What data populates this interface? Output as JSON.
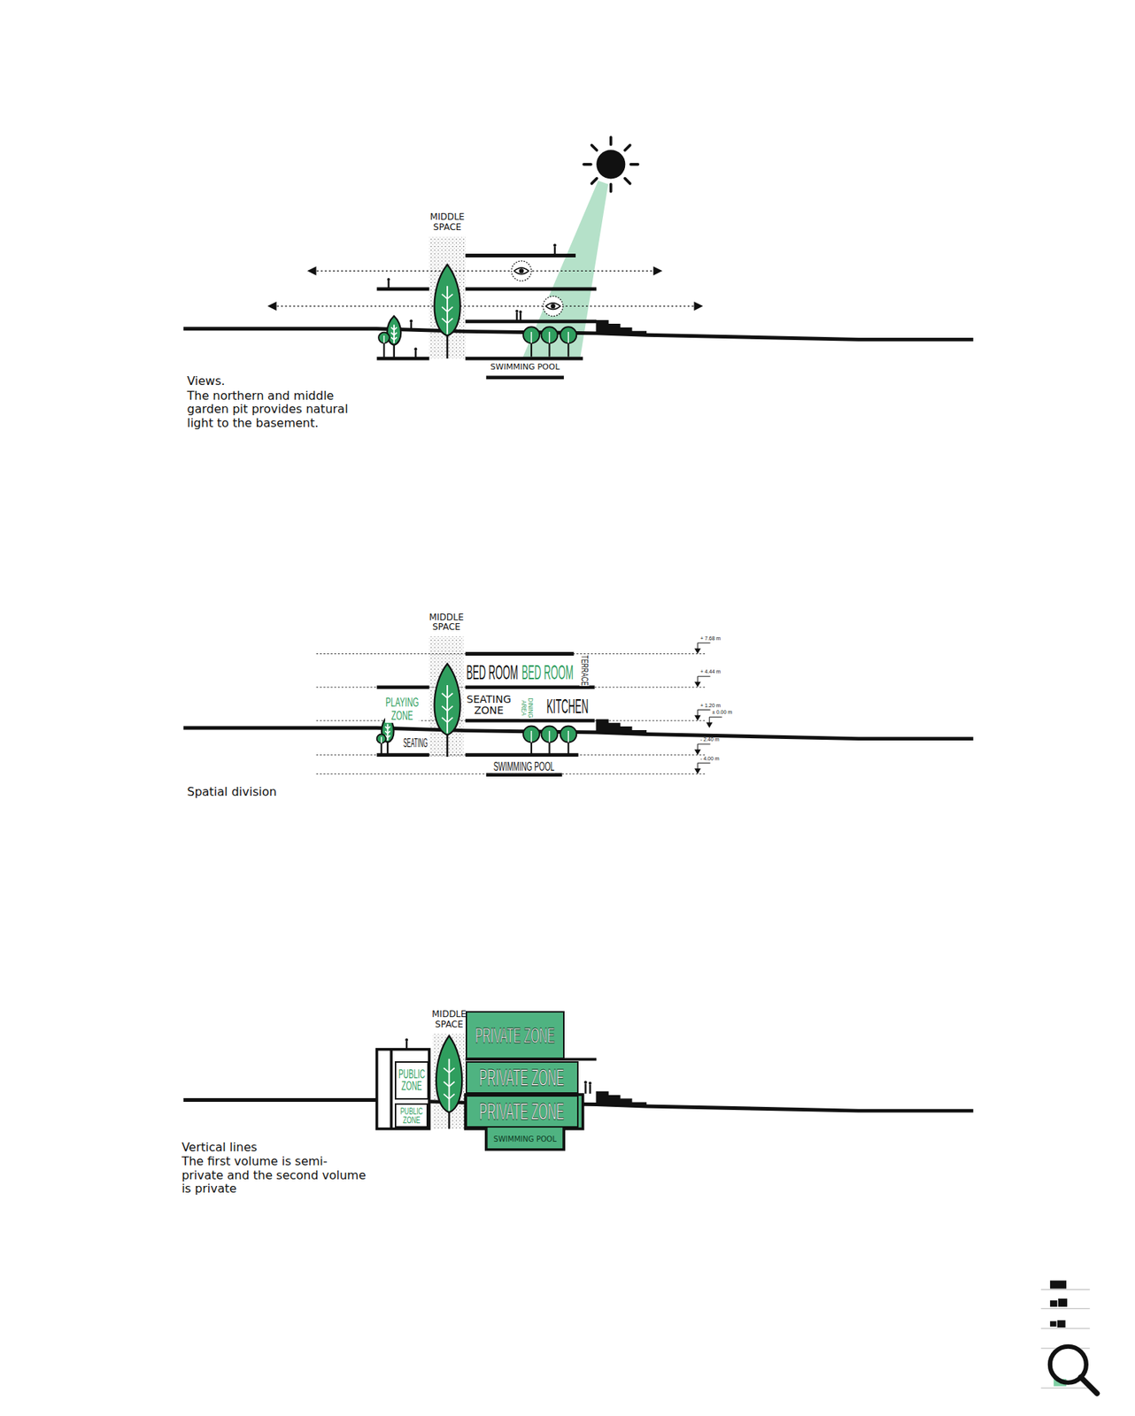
{
  "diagram": {
    "nodes": [
      {
        "text": [
          "MIDDLE SPACE"
        ]
      },
      {
        "text": [
          "MIDDLE SPACE"
        ]
      },
      {
        "text": [
          "PUBLIC ZONE"
        ]
      },
      {
        "text": [
          "PUBLIC ZONE"
        ]
      },
      {
        "text": [
          "MIDDLE SPACE"
        ]
      },
      {
        "text": [
          "PRIVATE ZONE"
        ]
      },
      {
        "text": [
          "PRIVATE ZONE"
        ]
      },
      {
        "text": [
          "PRIVATE ZONE"
        ]
      }
    ],
    "labels": [
      "SWIMMING POOL",
      "Views.",
      "The northern and middle garden pit provides natural light to the basement.",
      "BED ROOM",
      "BED ROOM",
      "TERRACE",
      "PLAYING ZONE",
      "SEATING ZONE",
      "DINING AREA",
      "KITCHEN",
      "SEATING",
      "SWIMMING POOL",
      "+ 7.68 m",
      "+ 4.44 m",
      "+ 1.20 m",
      "± 0.00 m",
      "- 2.40 m",
      "- 4.00 m",
      "Spatial division",
      "SWIMMING POOL",
      "Vertical lines",
      "The first volume is semi-private and the second volume is private"
    ]
  }
}
